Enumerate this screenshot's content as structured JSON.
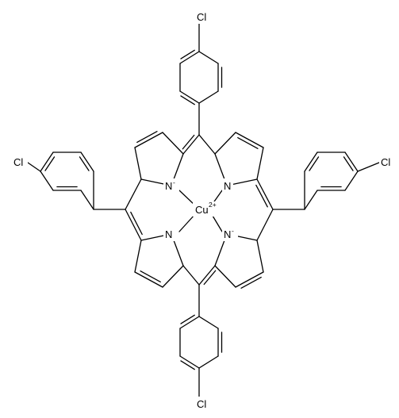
{
  "molecule": {
    "metal": {
      "symbol": "Cu",
      "charge": "2+"
    },
    "pyrrole_n": [
      {
        "symbol": "N",
        "charge": "-"
      },
      {
        "symbol": "N",
        "charge": ""
      },
      {
        "symbol": "N",
        "charge": ""
      },
      {
        "symbol": "N",
        "charge": "-"
      }
    ],
    "substituents": [
      {
        "symbol": "Cl"
      },
      {
        "symbol": "Cl"
      },
      {
        "symbol": "Cl"
      },
      {
        "symbol": "Cl"
      }
    ]
  }
}
